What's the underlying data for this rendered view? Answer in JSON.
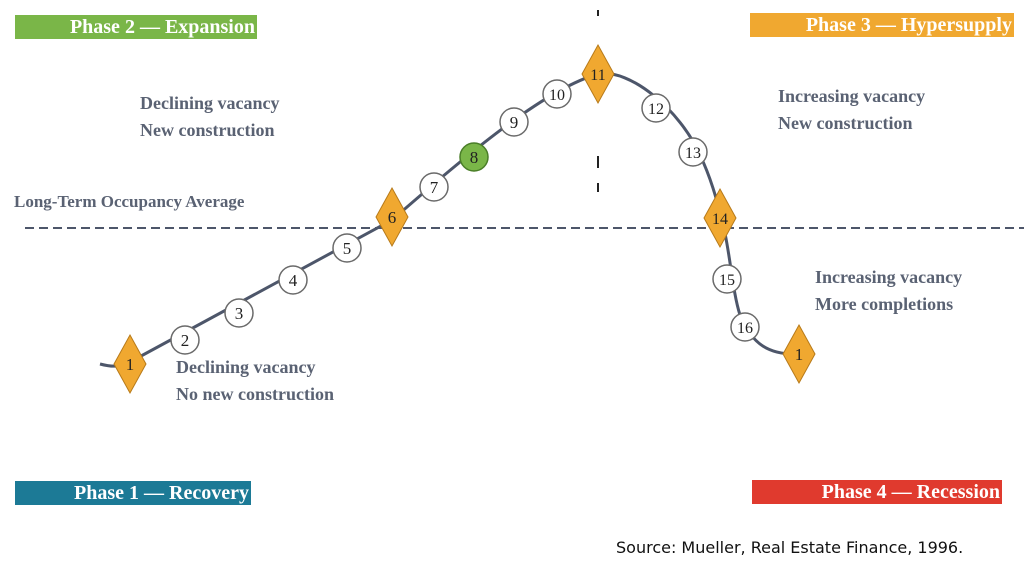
{
  "phases": {
    "phase1": {
      "label": "Phase 1 — Recovery",
      "color": "#1c7a96"
    },
    "phase2": {
      "label": "Phase 2 — Expansion",
      "color": "#7ab648"
    },
    "phase3": {
      "label": "Phase 3 — Hypersupply",
      "color": "#f0a830"
    },
    "phase4": {
      "label": "Phase 4 — Recession",
      "color": "#e03a2e"
    }
  },
  "notes": {
    "top_left": {
      "line1": "Declining vacancy",
      "line2": "New construction"
    },
    "top_right": {
      "line1": "Increasing vacancy",
      "line2": "New construction"
    },
    "bottom_right": {
      "line1": "Increasing vacancy",
      "line2": "More completions"
    },
    "bottom_left": {
      "line1": "Declining vacancy",
      "line2": "No new construction"
    }
  },
  "average_line_label": "Long-Term Occupancy Average",
  "source": "Source: Mueller, Real Estate Finance, 1996.",
  "markers": [
    {
      "label": "1",
      "kind": "diamond"
    },
    {
      "label": "2",
      "kind": "circle"
    },
    {
      "label": "3",
      "kind": "circle"
    },
    {
      "label": "4",
      "kind": "circle"
    },
    {
      "label": "5",
      "kind": "circle"
    },
    {
      "label": "6",
      "kind": "diamond"
    },
    {
      "label": "7",
      "kind": "circle"
    },
    {
      "label": "8",
      "kind": "highlight"
    },
    {
      "label": "9",
      "kind": "circle"
    },
    {
      "label": "10",
      "kind": "circle"
    },
    {
      "label": "11",
      "kind": "diamond"
    },
    {
      "label": "12",
      "kind": "circle"
    },
    {
      "label": "13",
      "kind": "circle"
    },
    {
      "label": "14",
      "kind": "diamond"
    },
    {
      "label": "15",
      "kind": "circle"
    },
    {
      "label": "16",
      "kind": "circle"
    },
    {
      "label": "1",
      "kind": "diamond"
    }
  ],
  "colors": {
    "curve": "#4d566a",
    "diamond": "#f0a830",
    "highlight": "#7ab648",
    "text": "#5a6273"
  }
}
